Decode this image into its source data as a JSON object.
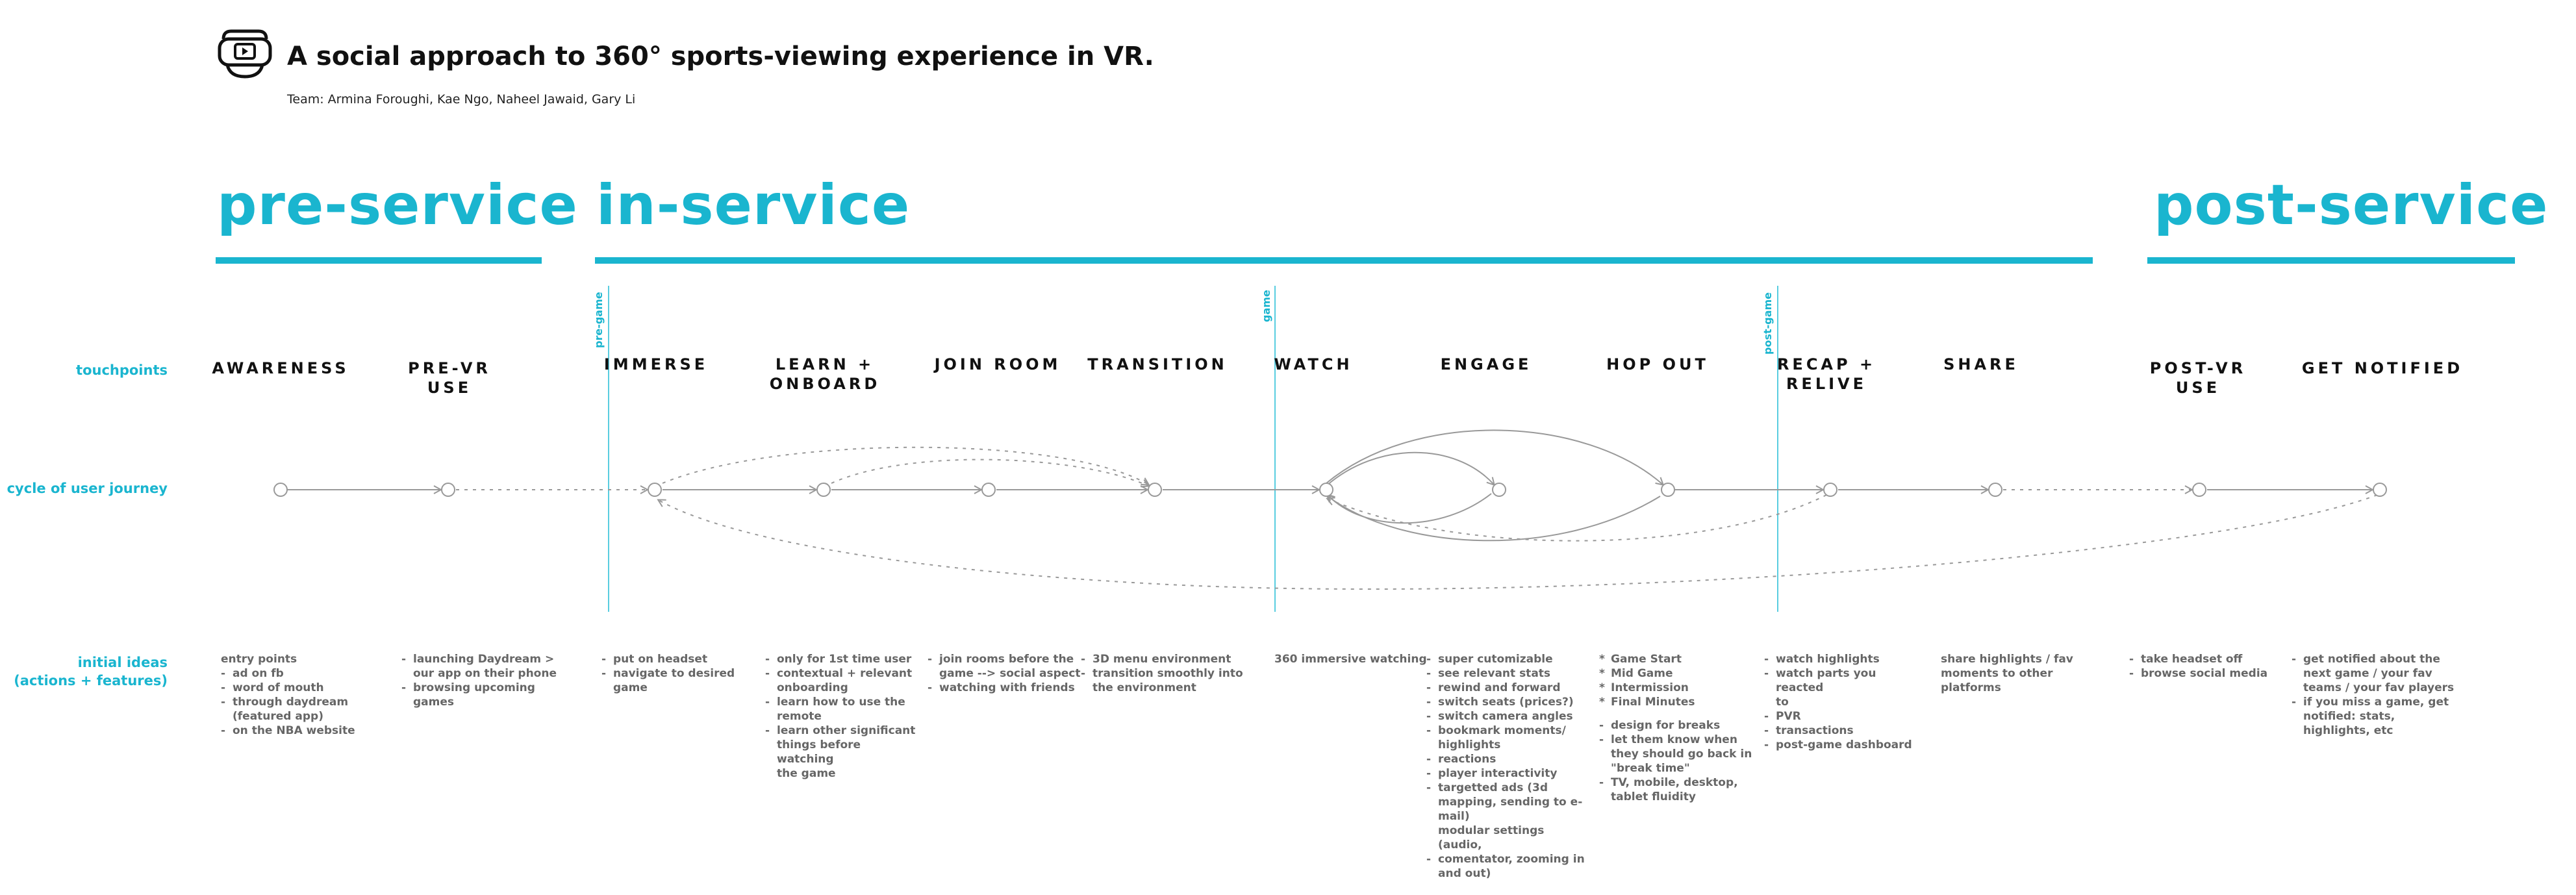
{
  "header": {
    "title": "A social approach to 360° sports-viewing experience in VR.",
    "team": "Team: Armina Foroughi, Kae Ngo, Naheel Jawaid, Gary Li",
    "logo_icon": "vr-headset-icon"
  },
  "colors": {
    "accent": "#1ab5cf",
    "line": "#999999",
    "text": "#111111",
    "muted": "#666666"
  },
  "phases": [
    "pre-service",
    "in-service",
    "post-service"
  ],
  "dividers": [
    "pre-game",
    "game",
    "post-game"
  ],
  "row_labels": {
    "touchpoints": "touchpoints",
    "cycle": "cycle of user journey",
    "ideas_line1": "initial ideas",
    "ideas_line2": "(actions + features)"
  },
  "stages": [
    {
      "line1": "AWARENESS",
      "line2": ""
    },
    {
      "line1": "PRE-VR",
      "line2": "USE"
    },
    {
      "line1": "IMMERSE",
      "line2": ""
    },
    {
      "line1": "LEARN +",
      "line2": "ONBOARD"
    },
    {
      "line1": "JOIN ROOM",
      "line2": ""
    },
    {
      "line1": "TRANSITION",
      "line2": ""
    },
    {
      "line1": "WATCH",
      "line2": ""
    },
    {
      "line1": "ENGAGE",
      "line2": ""
    },
    {
      "line1": "HOP OUT",
      "line2": ""
    },
    {
      "line1": "RECAP +",
      "line2": "RELIVE"
    },
    {
      "line1": "SHARE",
      "line2": ""
    },
    {
      "line1": "POST-VR",
      "line2": "USE"
    },
    {
      "line1": "GET NOTIFIED",
      "line2": ""
    }
  ],
  "ideas": {
    "awareness": [
      "entry points",
      "ad on fb",
      "word of mouth",
      "through daydream",
      "(featured app)",
      "on the NBA website"
    ],
    "pre_vr": [
      "launching Daydream >",
      "our app on their phone",
      "browsing upcoming",
      "games"
    ],
    "immerse": [
      "put on headset",
      "navigate to desired",
      "game"
    ],
    "learn": [
      "only for 1st time user",
      "contextual + relevant",
      "onboarding",
      "learn how to use the",
      "remote",
      "learn other significant",
      "things before watching",
      "the game"
    ],
    "join_room": [
      "join rooms before the",
      "game --> social aspect",
      "watching with friends"
    ],
    "transition": [
      "3D menu environment",
      "transition smoothly into",
      "the environment"
    ],
    "watch": [
      "360 immersive watching"
    ],
    "engage": [
      "super cutomizable",
      "see relevant stats",
      "rewind and forward",
      "switch seats (prices?)",
      "switch camera angles",
      "bookmark moments/",
      "highlights",
      "reactions",
      "player interactivity",
      "targetted ads (3d",
      "mapping, sending to e-",
      "mail)",
      "modular settings (audio,",
      "comentator, zooming in",
      "and out)"
    ],
    "hop_out": [
      "Game Start",
      "Mid Game",
      "Intermission",
      "Final Minutes",
      "design for breaks",
      "let them know when",
      "they should go back in",
      "\"break time\"",
      "TV, mobile, desktop,",
      "tablet fluidity"
    ],
    "recap": [
      "watch highlights",
      "watch parts you reacted",
      "to",
      "PVR",
      "transactions",
      "post-game dashboard"
    ],
    "share": [
      "share highlights / fav",
      "moments to other",
      "platforms"
    ],
    "post_vr": [
      "take headset off",
      "browse social media"
    ],
    "notified": [
      "get notified about the",
      "next game / your fav",
      "teams / your fav players",
      "if you miss a game, get",
      "notified: stats,",
      "highlights, etc"
    ]
  }
}
